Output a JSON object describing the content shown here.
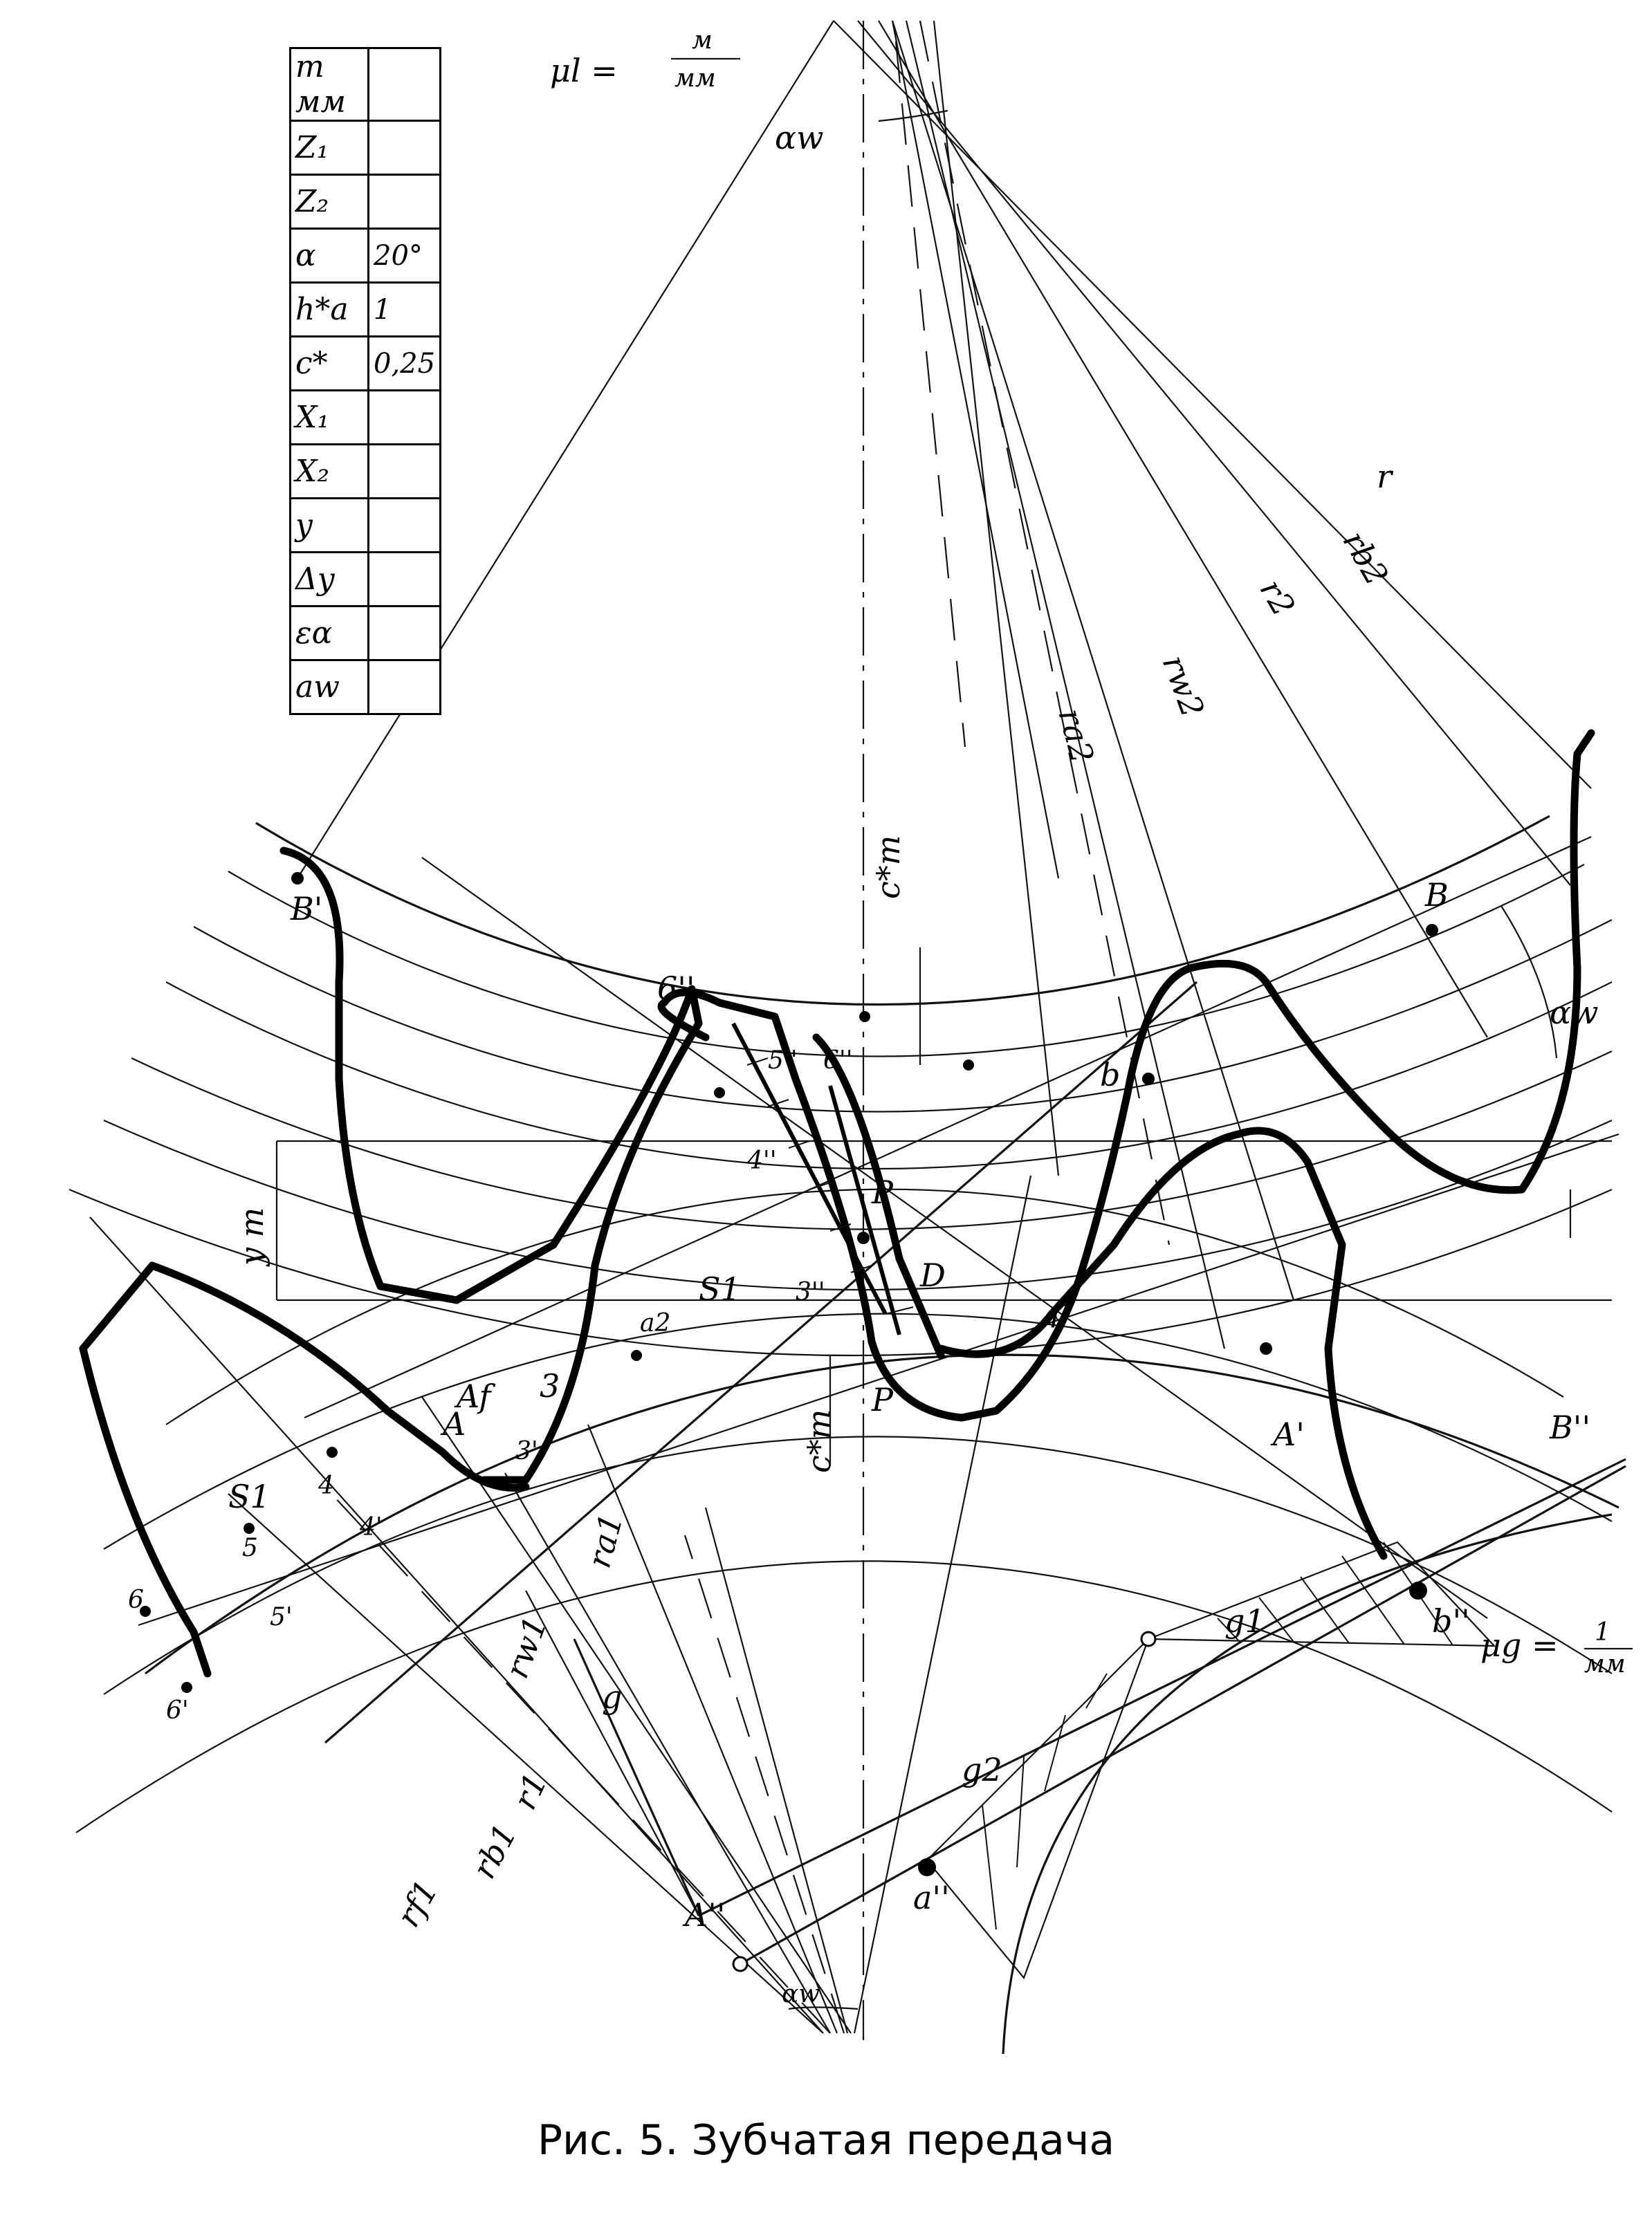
{
  "caption": "Рис. 5. Зубчатая передача",
  "table": {
    "rows": [
      {
        "symbol": "m мм",
        "value": ""
      },
      {
        "symbol": "Z₁",
        "value": ""
      },
      {
        "symbol": "Z₂",
        "value": ""
      },
      {
        "symbol": "α",
        "value": "20°"
      },
      {
        "symbol": "h*a",
        "value": "1"
      },
      {
        "symbol": "c*",
        "value": "0,25"
      },
      {
        "symbol": "X₁",
        "value": ""
      },
      {
        "symbol": "X₂",
        "value": ""
      },
      {
        "symbol": "y",
        "value": ""
      },
      {
        "symbol": "Δy",
        "value": ""
      },
      {
        "symbol": "εα",
        "value": ""
      },
      {
        "symbol": "aw",
        "value": ""
      }
    ]
  },
  "scales": {
    "length": "μl =",
    "length_fraction_num": "м",
    "length_fraction_den": "мм",
    "velocity": "μg = ",
    "velocity_fraction_num": "1",
    "velocity_fraction_den": "мм"
  },
  "labels": {
    "alpha_w_top": "αw",
    "alpha_w_right": "αw",
    "alpha_w_bottom": "αw",
    "r": "r",
    "rb2": "rb2",
    "r2": "r2",
    "rw2": "rw2",
    "ra2": "ra2",
    "ra1": "ra1",
    "rw1": "rw1",
    "r1": "r1",
    "rb1": "rb1",
    "rf1": "rf1",
    "B": "B",
    "B_prime": "B'",
    "A_prime": "A'",
    "A": "A",
    "A_dprime": "A''",
    "B_dprime": "B''",
    "a_dprime": "a''",
    "b_dprime": "b''",
    "b": "b",
    "c_star_m_top": "c*m",
    "c_star_m_bottom": "c*m",
    "y_m": "y m",
    "P": "P",
    "rho": "ρ",
    "D": "D",
    "S1": "S1",
    "S1_lower": "S1",
    "g": "g",
    "g1": "g1",
    "g2": "g2",
    "a2": "a2",
    "n1": "6",
    "n2": "5",
    "n3": "4",
    "n4": "3",
    "n5": "6'",
    "n6": "5'",
    "n7": "4'",
    "n8": "3'",
    "n9": "6''",
    "n10": "5''",
    "n11": "4''",
    "n12": "3''",
    "n13": "6''",
    "Af": "Af",
    "P0": "P"
  }
}
